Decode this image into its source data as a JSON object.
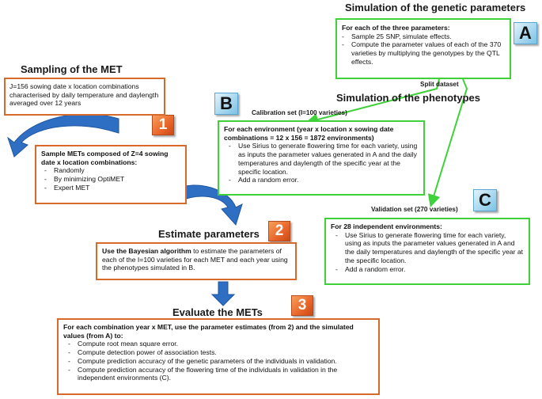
{
  "titles": {
    "genetic": "Simulation of the genetic parameters",
    "met_sampling": "Sampling of the MET",
    "phenotypes": "Simulation of the phenotypes",
    "estimate": "Estimate parameters",
    "evaluate": "Evaluate the METs"
  },
  "labels": {
    "split": "Split dataset",
    "calibration": "Calibration set (I=100 varieties)",
    "validation": "Validation set (270 varieties)"
  },
  "badges": {
    "A": "A",
    "B": "B",
    "C": "C",
    "one": "1",
    "two": "2",
    "three": "3"
  },
  "box_A": {
    "heading": "For each of the three parameters:",
    "items": [
      "Sample 25 SNP, simulate effects.",
      "Compute the parameter values of each of the 370 varieties by multiplying the genotypes by the QTL effects."
    ]
  },
  "box_J": {
    "text": "J=156 sowing date x location combinations characterised by daily temperature and daylength averaged over 12 years"
  },
  "box_Z": {
    "heading": "Sample METs composed of Z=4 sowing date x location combinations:",
    "items": [
      "Randomly",
      "By minimizing OptiMET",
      "Expert MET"
    ]
  },
  "box_B": {
    "heading": "For each environment (year x location x sowing date combinations = 12 x 156 = 1872 environments)",
    "items": [
      "Use Sirius to generate flowering time for each variety, using as inputs the parameter values generated in A and the daily temperatures and daylength of the specific year at the specific location.",
      "Add a random error."
    ]
  },
  "box_C": {
    "heading": "For 28 independent environments:",
    "items": [
      "Use Sirius to generate flowering time for each variety, using as inputs the parameter values generated in A and the daily temperatures and daylength of the specific year at the specific location.",
      "Add a random error."
    ]
  },
  "box_estimate": {
    "bold": "Use the Bayesian algorithm",
    "text": " to estimate the parameters of each of the I=100 varieties for each MET and each year using the phenotypes simulated in B."
  },
  "box_evaluate": {
    "heading": "For each combination year x MET, use the parameter estimates (from 2) and the simulated values (from A) to:",
    "items": [
      "Compute root mean square error.",
      "Compute detection power of association tests.",
      "Compute prediction accuracy of the genetic parameters of the individuals in validation.",
      "Compute prediction accuracy of the flowering time of the individuals in validation in the independent environments (C)."
    ]
  },
  "colors": {
    "green": "#3fd13a",
    "orange": "#d66a2a",
    "arrow_blue": "#2e6fc4"
  }
}
